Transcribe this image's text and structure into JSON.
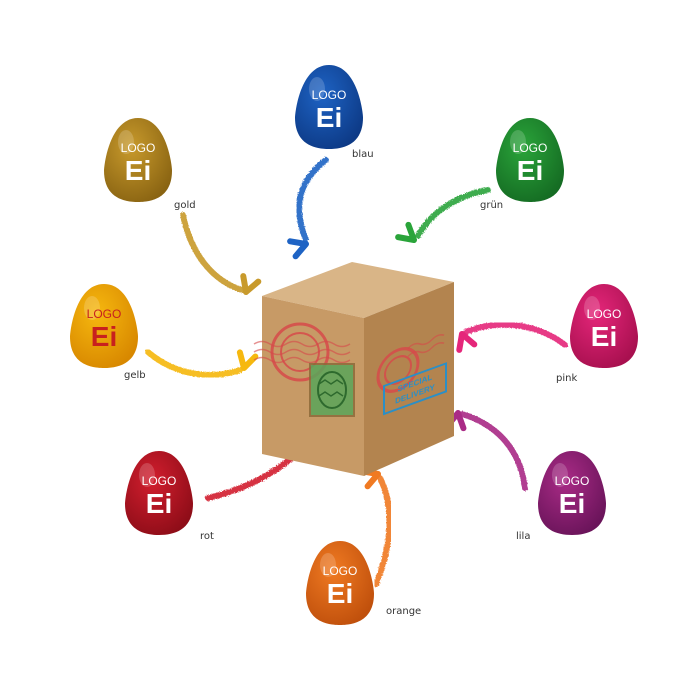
{
  "egg_logo": {
    "line1": "LOGO",
    "line2": "Ei"
  },
  "eggs": [
    {
      "id": "blau",
      "label": "blau",
      "color": "#1e63c4",
      "dark": "#0d3a86",
      "text": "#ffffff"
    },
    {
      "id": "gruen",
      "label": "grün",
      "color": "#2aa43a",
      "dark": "#156c23",
      "text": "#ffffff"
    },
    {
      "id": "gold",
      "label": "gold",
      "color": "#c89a2c",
      "dark": "#8a6412",
      "text": "#ffffff"
    },
    {
      "id": "gelb",
      "label": "gelb",
      "color": "#f6b80f",
      "dark": "#d88800",
      "text": "#c8201e"
    },
    {
      "id": "pink",
      "label": "pink",
      "color": "#e5267a",
      "dark": "#a8104f",
      "text": "#ffffff"
    },
    {
      "id": "rot",
      "label": "rot",
      "color": "#d21e2e",
      "dark": "#8e0d18",
      "text": "#ffffff"
    },
    {
      "id": "lila",
      "label": "lila",
      "color": "#a92b86",
      "dark": "#6a145a",
      "text": "#ffffff"
    },
    {
      "id": "orange",
      "label": "orange",
      "color": "#f07a22",
      "dark": "#c0500c",
      "text": "#ffffff"
    }
  ],
  "box": {
    "stamp_text": "SPECIAL DELIVERY",
    "colors": {
      "front": "#c79a66",
      "side": "#b3844f",
      "top": "#d9b587",
      "stamp_red": "#d64a4a",
      "stamp_blue": "#2b8fc6",
      "stamp_green": "#5aa55a"
    }
  }
}
